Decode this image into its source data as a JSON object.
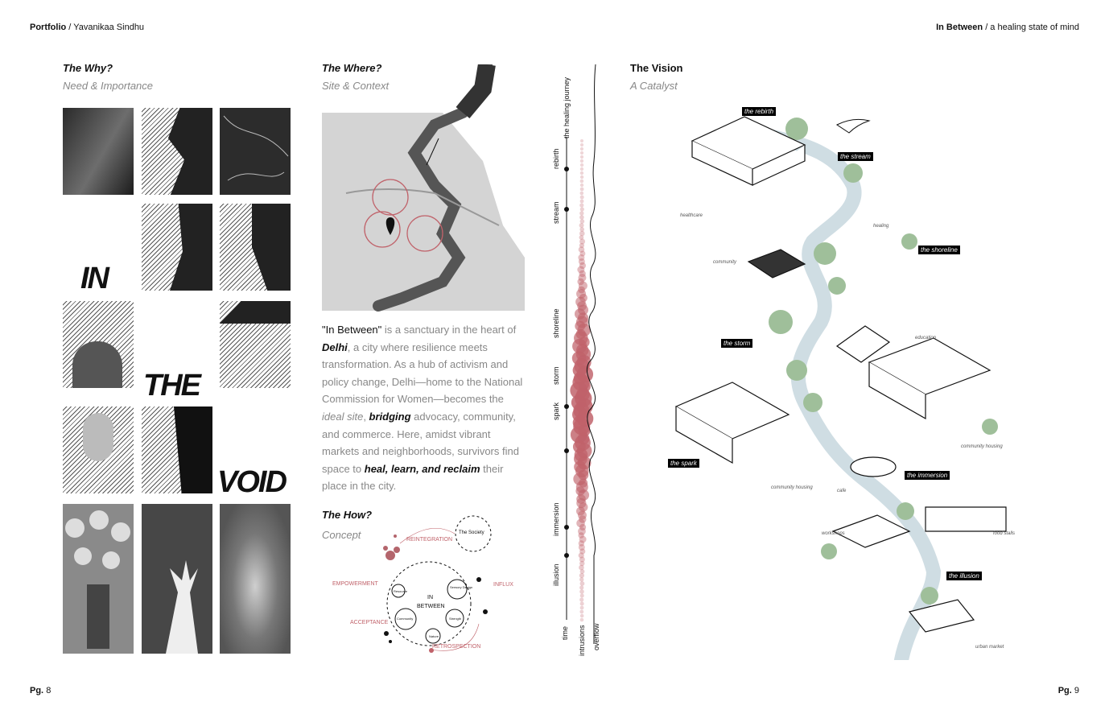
{
  "header": {
    "left_bold": "Portfolio",
    "left_rest": " / Yavanikaa Sindhu",
    "right_bold": "In Between",
    "right_rest": " / a healing state of mind"
  },
  "footer": {
    "left_label": "Pg.",
    "left_num": "8",
    "right_label": "Pg.",
    "right_num": "9"
  },
  "why": {
    "title": "The Why?",
    "subtitle": "Need & Importance"
  },
  "where": {
    "title": "The Where?",
    "subtitle": "Site & Context"
  },
  "how": {
    "title": "The How?",
    "subtitle": "Concept"
  },
  "vision": {
    "title": "The Vision",
    "subtitle": "A Catalyst"
  },
  "big_words": [
    "IN",
    "THE",
    "VOID"
  ],
  "paragraph": {
    "p1": "\"In Between\"",
    "p2": " is a sanctuary in the heart of ",
    "p3": "Delhi",
    "p4": ", a city where resilience meets transformation. As a hub of activism and policy change, Delhi—home to the National Commission for Women—becomes the ",
    "p5": "ideal site",
    "p6": ", ",
    "p7": "bridging",
    "p8": " advocacy, community, and commerce. Here, amidst vibrant markets and neighborhoods, survivors find space to ",
    "p9": "heal, learn, and reclaim",
    "p10": " their place in the city."
  },
  "concept": {
    "outer": [
      "REINTEGRATION",
      "EMPOWERMENT",
      "ACCEPTANCE",
      "RETROSPECTION",
      "INFLUX"
    ],
    "society": "The Society",
    "center_1": "IN",
    "center_2": "BETWEEN",
    "nodes": [
      "Sensory Design",
      "Strength",
      "Nature",
      "Community",
      "Resource"
    ]
  },
  "timeline": {
    "top_label": "the healing journey",
    "stages": [
      "rebirth",
      "stream",
      "shoreline",
      "storm",
      "spark",
      "immersion",
      "illusion"
    ],
    "axes": [
      "time",
      "intrusions",
      "overflow"
    ]
  },
  "vision_labels": [
    "the rebirth",
    "the stream",
    "the shoreline",
    "the storm",
    "the spark",
    "the immersion",
    "the illusion"
  ],
  "vision_small": [
    "healthcare",
    "community",
    "healing",
    "education",
    "community housing",
    "community housing",
    "cafe",
    "workshops",
    "food stalls",
    "urban market"
  ],
  "colors": {
    "accent": "#c0626a",
    "river": "#cfdde3",
    "tree": "#9fbf9a",
    "grey_map": "#d4d4d4"
  }
}
